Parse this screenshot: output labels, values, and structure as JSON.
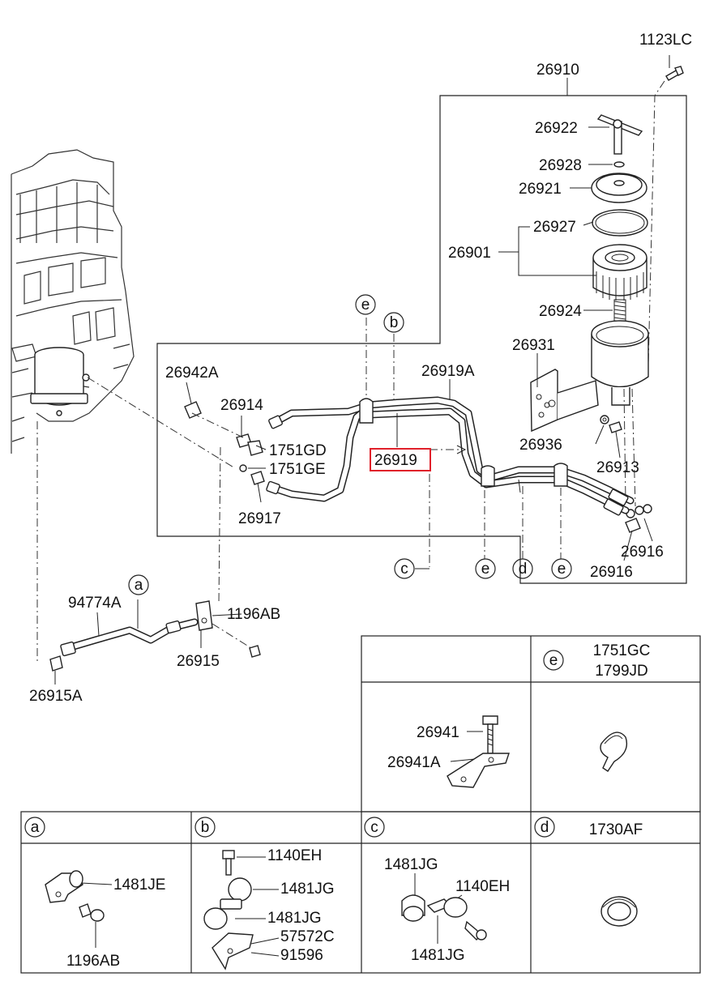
{
  "callouts": {
    "p1123LC": "1123LC",
    "p26910": "26910",
    "p26922": "26922",
    "p26928": "26928",
    "p26921": "26921",
    "p26927": "26927",
    "p26901": "26901",
    "p26924": "26924",
    "p26931": "26931",
    "p26942A": "26942A",
    "p26914": "26914",
    "p1751GD": "1751GD",
    "p1751GE": "1751GE",
    "p26917": "26917",
    "p26919A": "26919A",
    "p26919": "26919",
    "p26936": "26936",
    "p26913": "26913",
    "p26916a": "26916",
    "p26916b": "26916",
    "p94774A": "94774A",
    "p1196AB": "1196AB",
    "p26915": "26915",
    "p26915A": "26915A"
  },
  "circle_labels": {
    "e_top": "e",
    "b_top": "b",
    "c_bottom": "c",
    "e_bottom1": "e",
    "d_bottom": "d",
    "e_bottom2": "e",
    "a_left": "a"
  },
  "detail_table": {
    "upper": {
      "e_head_letter": "e",
      "e_head_line1": "1751GC",
      "e_head_line2": "1799JD",
      "left_labels": [
        "26941",
        "26941A"
      ]
    },
    "lower": {
      "a": {
        "letter": "a",
        "labels": [
          "1481JE",
          "1196AB"
        ]
      },
      "b": {
        "letter": "b",
        "labels": [
          "1140EH",
          "1481JG",
          "1481JG",
          "57572C",
          "91596"
        ]
      },
      "c": {
        "letter": "c",
        "labels": [
          "1481JG",
          "1140EH",
          "1481JG"
        ]
      },
      "d": {
        "letter": "d",
        "head": "1730AF"
      }
    }
  },
  "highlight": {
    "part": "26919",
    "color": "#e0202a"
  }
}
